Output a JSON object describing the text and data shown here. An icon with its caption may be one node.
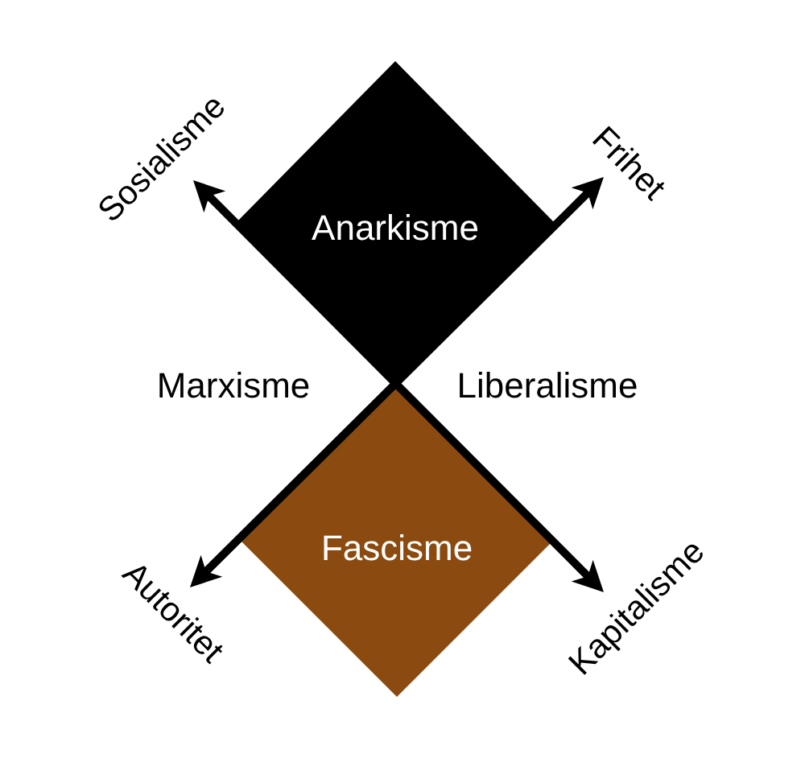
{
  "diagram": {
    "nodes": [
      {
        "text": [
          "Anarkisme"
        ]
      },
      {
        "text": [
          "Fascisme"
        ]
      }
    ],
    "labels": [
      "Sosialisme",
      "Frihet",
      "Marxisme",
      "Liberalisme",
      "Autoritet",
      "Kapitalisme"
    ]
  }
}
